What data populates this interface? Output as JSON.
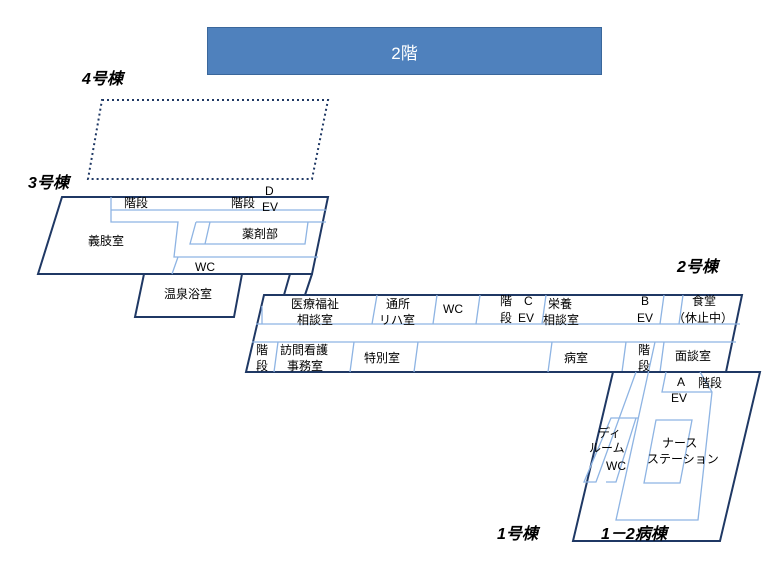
{
  "floor_title": "2階",
  "wings": {
    "bldg4": "4号棟",
    "bldg3": "3号棟",
    "bldg2": "2号棟",
    "bldg1": "1号棟",
    "ward12": "1－2病棟"
  },
  "rooms": {
    "stairs_3a": "階段",
    "stairs_3b": "階段",
    "ev_d_1": "D",
    "ev_d_2": "EV",
    "prosthetics": "義肢室",
    "pharmacy": "薬剤部",
    "wc_3": "WC",
    "hot_spring_bath": "温泉浴室",
    "medical_welfare_1": "医療福祉",
    "medical_welfare_2": "相談室",
    "outpatient_rehab_1": "通所",
    "outpatient_rehab_2": "リハ室",
    "wc_2": "WC",
    "stairs_c_1": "階",
    "stairs_c_2": "段",
    "ev_c_1": "C",
    "ev_c_2": "EV",
    "nutrition_1": "栄養",
    "nutrition_2": "相談室",
    "ev_b_1": "B",
    "ev_b_2": "EV",
    "cafeteria_1": "食堂",
    "cafeteria_2": "（休止中）",
    "stairs_left_1": "階",
    "stairs_left_2": "段",
    "home_nursing_1": "訪問看護",
    "home_nursing_2": "事務室",
    "special_room": "特別室",
    "ward_room": "病室",
    "stairs_right_1": "階",
    "stairs_right_2": "段",
    "interview_room": "面談室",
    "ev_a_1": "A",
    "ev_a_2": "EV",
    "stairs_a": "階段",
    "dayroom_1": "ディ",
    "dayroom_2": "ルーム",
    "wc_1": "WC",
    "nurse_station_1": "ナース",
    "nurse_station_2": "ステーション"
  },
  "colors": {
    "banner": "#4f81bd",
    "outer_wall": "#1f3864",
    "inner_wall": "#8eb4e3"
  }
}
